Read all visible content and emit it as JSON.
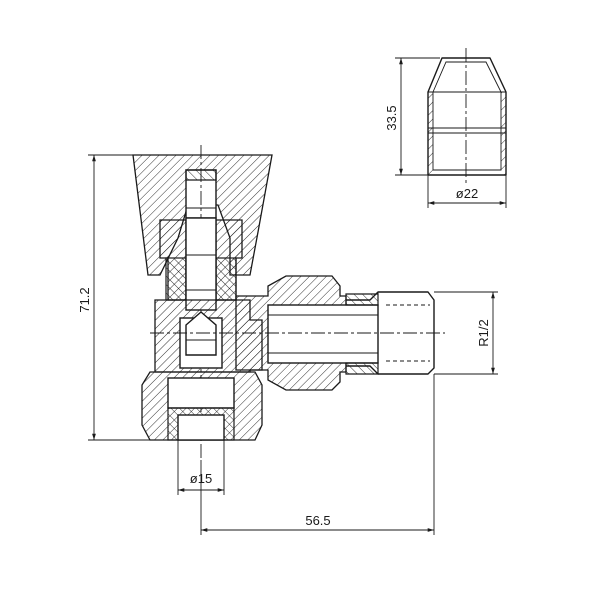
{
  "dimensions": {
    "height": "71.2",
    "length": "56.5",
    "inlet_diameter": "ø15",
    "thread": "R1/2",
    "cap_height": "33.5",
    "cap_diameter": "ø22"
  }
}
